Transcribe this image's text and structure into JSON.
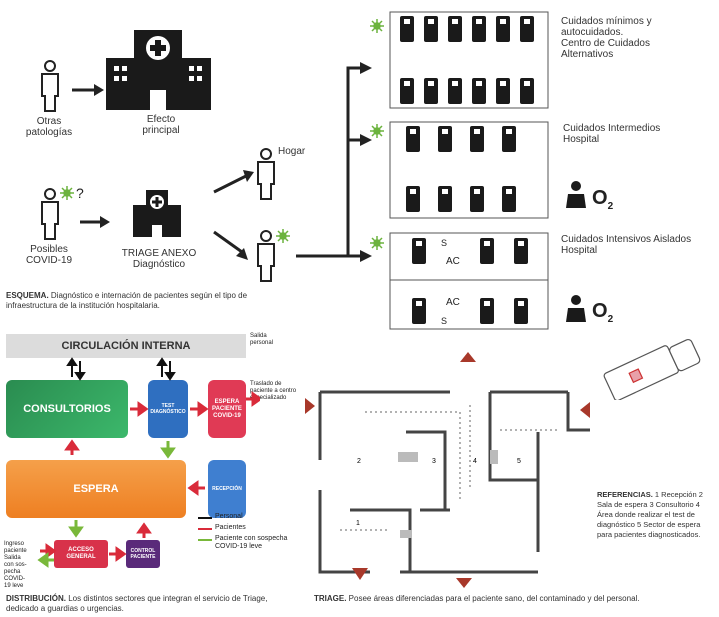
{
  "esquema": {
    "otras_patologias": "Otras\npatologías",
    "efecto_principal": "Efecto\nprincipal",
    "posibles_covid": "Posibles\nCOVID-19",
    "triage_anexo": "TRIAGE ANEXO\nDiagnóstico",
    "hogar": "Hogar",
    "question_mark": "?",
    "cuidados_minimos": "Cuidados mínimos y\nautocuidados.\nCentro de Cuidados\nAlternativos",
    "cuidados_intermedios": "Cuidados Intermedios\nHospital",
    "cuidados_intensivos": "Cuidados Intensivos Aislados\nHospital",
    "o2": "O",
    "o2_sub": "2",
    "ac": "AC",
    "s": "S",
    "caption_title": "ESQUEMA.",
    "caption_text": " Diagnóstico e internación de pacientes según el tipo de infraestructura de la institución hospitalaria."
  },
  "distribucion": {
    "circulacion": "CIRCULACIÓN INTERNA",
    "salida_personal": "Salida\npersonal",
    "consultorios": "CONSULTORIOS",
    "test": "TEST\nDIAGNÓSTICO",
    "espera_paciente": "ESPERA\nPACIENTE\nCOVID-19",
    "traslado": "Traslado de\npaciente a centro\nespecializado",
    "espera": "ESPERA",
    "recepcion": "RECEPCIÓN",
    "ingreso": "Ingreso\npaciente",
    "salida_sospecha": "Salida\ncon sos-\npecha\nCOVID-\n19 leve",
    "acceso": "ACCESO\nGENERAL",
    "control": "CONTROL\nPACIENTE",
    "legend": [
      "Personal",
      "Pacientes",
      "Paciente con sospecha\nCOVID-19 leve"
    ],
    "caption_title": "DISTRIBUCIÓN.",
    "caption_text": " Los distintos sectores que integran el servicio de Triage, dedicado a guardias o urgencias."
  },
  "triage": {
    "room_numbers": [
      "1",
      "2",
      "3",
      "4",
      "5"
    ],
    "referencias_title": "REFERENCIAS.",
    "referencias_text": " 1 Recepción 2 Sala de espera 3 Consultorio 4 Área donde realizar el test de diagnóstico 5 Sector de espera para pacientes diagnosticados.",
    "caption_title": "TRIAGE.",
    "caption_text": " Posee áreas diferenciadas para el paciente sano, del contaminado y del personal."
  },
  "colors": {
    "consultorios": "#2e9e5b",
    "test": "#2f6fc0",
    "espera_paciente": "#e03a55",
    "espera": "#f28a2e",
    "recepcion": "#3f7fd0",
    "acceso": "#d8324a",
    "control": "#5a2a7a",
    "arrow_red": "#d92b3a",
    "arrow_green": "#79b83a",
    "virus": "#6cb33e",
    "triangle": "#a8382a"
  }
}
